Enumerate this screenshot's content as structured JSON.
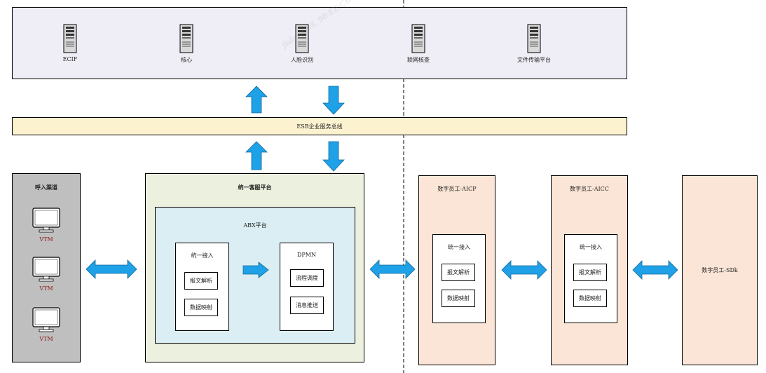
{
  "systems": [
    "ECIF",
    "核心",
    "人脸识别",
    "联网核查",
    "文件传输平台"
  ],
  "esb_label": "ESB企业服务总线",
  "inbound": {
    "title": "呼入渠道",
    "terminals": [
      "VTM",
      "VTM",
      "VTM"
    ]
  },
  "platform": {
    "title": "统一客服平台",
    "abx": {
      "title": "ABX平台",
      "access": {
        "title": "统一接入",
        "items": [
          "报文解析",
          "数据映射"
        ]
      },
      "dpmn": {
        "title": "DPMN",
        "items": [
          "流程调度",
          "消息推送"
        ]
      }
    }
  },
  "aicp": {
    "title": "数字员工-AICP",
    "access": {
      "title": "统一接入",
      "items": [
        "报文解析",
        "数据映射"
      ]
    }
  },
  "aicc": {
    "title": "数字员工-AICC",
    "access": {
      "title": "统一接入",
      "items": [
        "报文解析",
        "数据映射"
      ]
    }
  },
  "sdk": {
    "title": "数字员工-SDk"
  },
  "watermark": "jkdal-4-68, 98:EE:CB:70:60:24, 2021-05-21",
  "colors": {
    "arrow": "#1ea1e6",
    "systems_bg": "#efedf5",
    "esb_bg": "#fdf2d0",
    "platform_bg": "#ebf1de",
    "abx_bg": "#dbeef4",
    "digital_bg": "#fbe5d6",
    "inbound_bg": "#bfbfbf"
  }
}
